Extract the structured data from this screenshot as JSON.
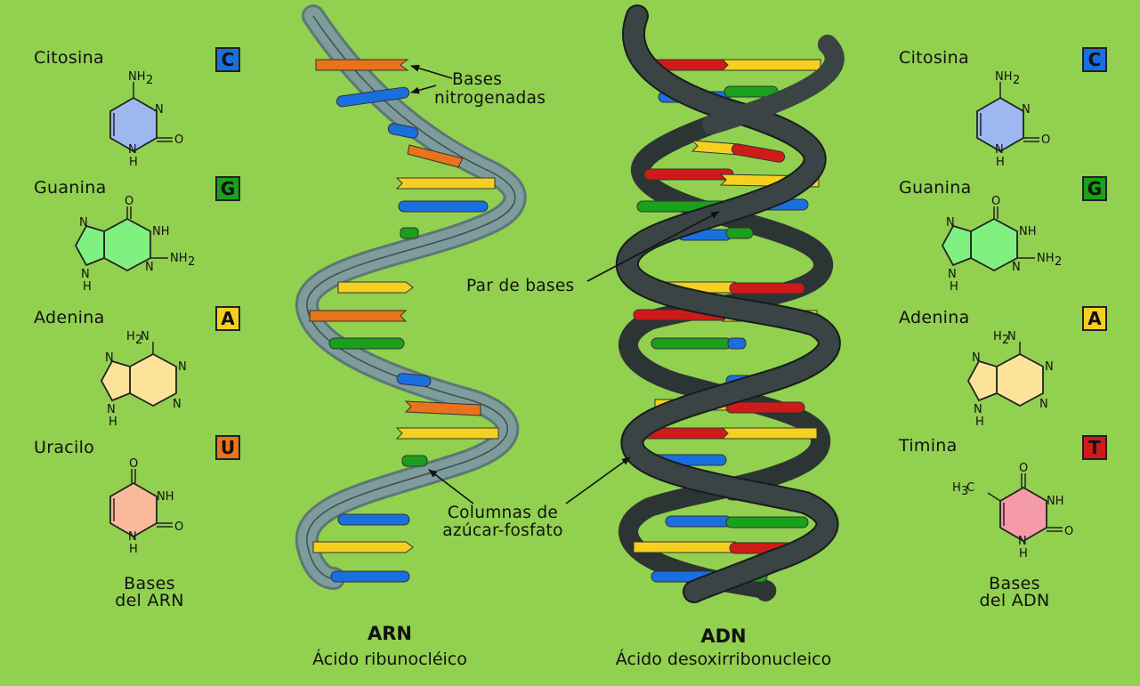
{
  "colors": {
    "background": "#92d050",
    "cytosine": "#1a6fdf",
    "guanine": "#1aa01a",
    "adenine": "#f5d020",
    "uracil": "#e8731a",
    "thymine": "#d01a1a",
    "rna_backbone": "#7a9494",
    "dna_backbone": "#3a4444"
  },
  "rna_bases": {
    "cytosine": {
      "name": "Citosina",
      "letter": "C"
    },
    "guanine": {
      "name": "Guanina",
      "letter": "G"
    },
    "adenine": {
      "name": "Adenina",
      "letter": "A"
    },
    "uracil": {
      "name": "Uracilo",
      "letter": "U"
    },
    "caption_line1": "Bases",
    "caption_line2": "del ARN"
  },
  "dna_bases": {
    "cytosine": {
      "name": "Citosina",
      "letter": "C"
    },
    "guanine": {
      "name": "Guanina",
      "letter": "G"
    },
    "adenine": {
      "name": "Adenina",
      "letter": "A"
    },
    "thymine": {
      "name": "Timina",
      "letter": "T"
    },
    "caption_line1": "Bases",
    "caption_line2": "del ADN"
  },
  "annotations": {
    "bases_line1": "Bases",
    "bases_line2": "nitrogenadas",
    "base_pair": "Par de bases",
    "backbone_line1": "Columnas de",
    "backbone_line2": "azúcar-fosfato"
  },
  "rna": {
    "title": "ARN",
    "subtitle": "Ácido ribunocléico"
  },
  "dna": {
    "title": "ADN",
    "subtitle": "Ácido desoxirribonucleico"
  },
  "atoms": {
    "nh2": "NH",
    "sub2": "2",
    "n": "N",
    "o": "O",
    "nh": "NH",
    "h": "H",
    "h2n": "H",
    "ch3": "H",
    "c": "C"
  }
}
